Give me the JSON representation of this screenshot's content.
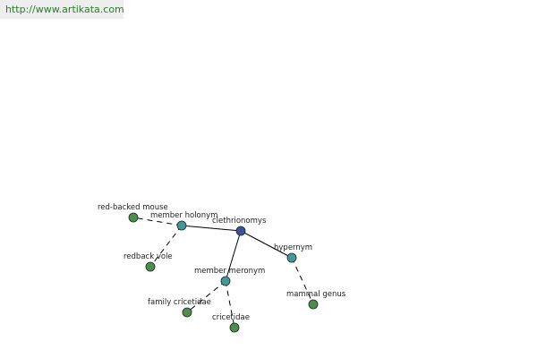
{
  "header": {
    "url": "http://www.artikata.com"
  },
  "colors": {
    "center_node": "#3f4f9a",
    "relation_node": "#3f9a99",
    "term_node": "#4c8f4c",
    "url_text": "#2d7a2d"
  },
  "graph": {
    "center": "clethrionomys",
    "relations": [
      {
        "label": "member holonym",
        "terms": [
          "red-backed mouse",
          "redback vole"
        ]
      },
      {
        "label": "member meronym",
        "terms": [
          "family cricetidae",
          "cricetidae"
        ]
      },
      {
        "label": "hypernym",
        "terms": [
          "mammal genus"
        ]
      }
    ]
  }
}
